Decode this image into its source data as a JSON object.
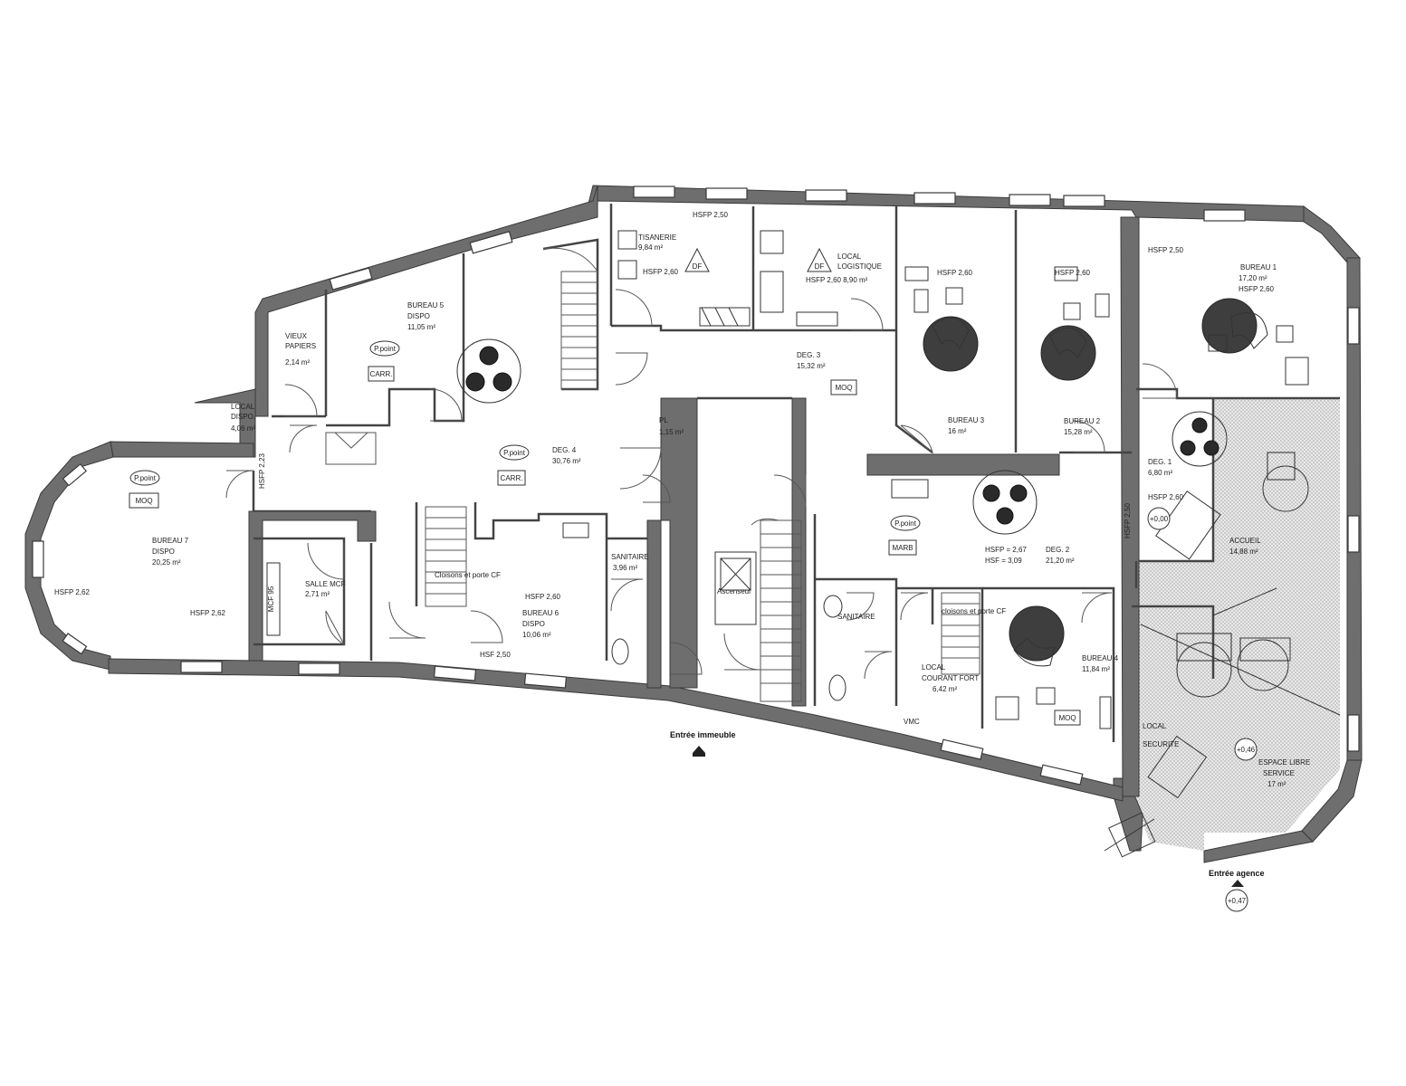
{
  "rooms": {
    "tisanerie": {
      "name": "TISANERIE",
      "area": "9,84 m²",
      "hsfp": "HSFP 2,60"
    },
    "local_logistique": {
      "name1": "LOCAL",
      "name2": "LOGISTIQUE",
      "area": "HSFP 2,60  8,90 m²"
    },
    "bureau3": {
      "name": "BUREAU 3",
      "area": "16 m²",
      "hsfp": "HSFP 2,60"
    },
    "bureau2": {
      "name": "BUREAU 2",
      "area": "15,28 m²",
      "hsfp": "HSFP 2,60"
    },
    "bureau1": {
      "name": "BUREAU 1",
      "area": "17,20 m²",
      "hsfp": "HSFP 2,60"
    },
    "vieux_papiers": {
      "name1": "VIEUX",
      "name2": "PAPIERS",
      "area": "2,14 m²"
    },
    "bureau5": {
      "name": "BUREAU 5",
      "dispo": "DISPO",
      "area": "11,05 m²"
    },
    "local_dispo": {
      "name1": "LOCAL",
      "name2": "DISPO.",
      "area": "4,06 m²"
    },
    "deg3": {
      "name": "DEG. 3",
      "area": "15,32 m²"
    },
    "deg4": {
      "name": "DEG. 4",
      "area": "30,76 m²"
    },
    "pl": {
      "name": "PL",
      "area": "1,15 m²"
    },
    "deg1": {
      "name": "DEG. 1",
      "area": "6,80 m²"
    },
    "accueil": {
      "name": "ACCUEIL",
      "area": "14,88 m²"
    },
    "bureau7": {
      "name": "BUREAU 7",
      "dispo": "DISPO",
      "area": "20,25 m²",
      "hsfp": "HSFP 2,62"
    },
    "salle_mcf": {
      "name": "SALLE MCF",
      "area": "2,71 m²"
    },
    "bureau6": {
      "name": "BUREAU 6",
      "dispo": "DISPO",
      "area": "10,06 m²",
      "hsfp": "HSFP 2,60"
    },
    "sanitaire1": {
      "name": "SANITAIRE",
      "area": "3,96 m²"
    },
    "sanitaire2": {
      "name": "SANITAIRE"
    },
    "deg2": {
      "name": "DEG. 2",
      "area": "21,20 m²",
      "hsfp1": "HSFP = 2,67",
      "hsfp2": "HSF = 3,09"
    },
    "bureau4": {
      "name": "BUREAU 4",
      "area": "11,84 m²"
    },
    "local_courant_fort": {
      "name1": "LOCAL",
      "name2": "COURANT FORT",
      "area": "6,42 m²"
    },
    "espace_libre_service": {
      "name1": "ESPACE LIBRE",
      "name2": "SERVICE",
      "area": "17 m²"
    },
    "local_securite": {
      "name1": "LOCAL",
      "name2": "SECURITE"
    }
  },
  "tags": {
    "moq": "MOQ",
    "carr": "CARR.",
    "ppoint": "P.point",
    "marb": "MARB",
    "df": "DF",
    "mcf": "MCF 95",
    "cloisons_a": "Cloisons et porte CF",
    "cloisons_b": "cloisons et porte CF",
    "vmc": "VMC",
    "ascenseur": "Ascenseur",
    "level_000": "+0,00",
    "level_047": "+0,47",
    "level_045": "+0,46",
    "hsfp250": "HSFP 2,50",
    "hsfp223": "HSFP 2,23",
    "hsf250": "HSF 2,50",
    "hsfp260_top": "HSFP 2,60"
  },
  "entrances": {
    "immeuble": "Entrée immeuble",
    "agence": "Entrée agence"
  }
}
